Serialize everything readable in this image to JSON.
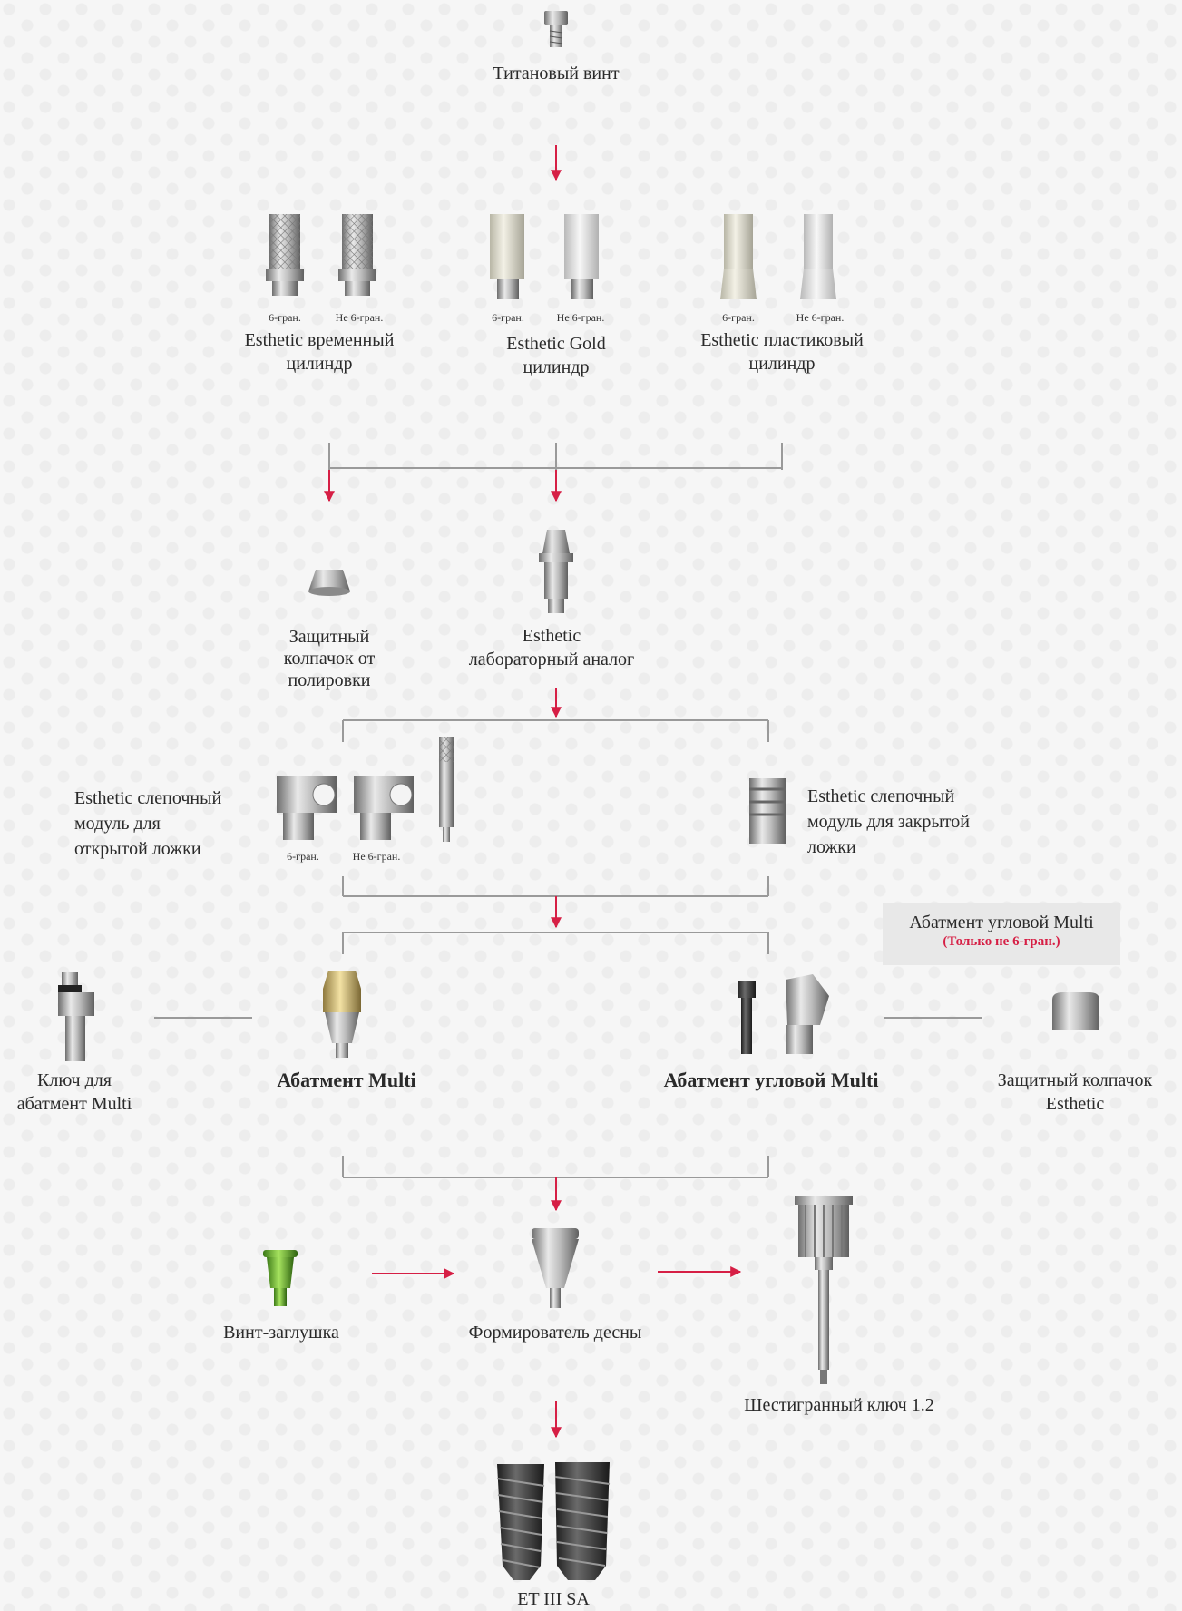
{
  "nodes": {
    "titanium_screw": "Титановый винт",
    "temp_cylinder": {
      "hex": "6-гран.",
      "nonhex": "Не 6-гран.",
      "line1": "Esthetic временный",
      "line2": "цилиндр"
    },
    "gold_cylinder": {
      "hex": "6-гран.",
      "nonhex": "Не 6-гран.",
      "line1": "Esthetic Gold",
      "line2": "цилиндр"
    },
    "plastic_cylinder": {
      "hex": "6-гран.",
      "nonhex": "Не 6-гран.",
      "line1": "Esthetic пластиковый",
      "line2": "цилиндр"
    },
    "polish_cap": {
      "line1": "Защитный",
      "line2": "колпачок от",
      "line3": "полировки"
    },
    "lab_analog": {
      "line1": "Esthetic",
      "line2": "лабораторный аналог"
    },
    "open_tray": {
      "line1": "Esthetic слепочный",
      "line2": "модуль для",
      "line3": "открытой ложки",
      "hex": "6-гран.",
      "nonhex": "Не 6-гран."
    },
    "closed_tray": {
      "line1": "Esthetic слепочный",
      "line2": "модуль для закрытой",
      "line3": "ложки"
    },
    "angled_note": {
      "title": "Абатмент угловой Multi",
      "sub": "(Только не 6-гран.)"
    },
    "multi_key": {
      "line1": "Ключ для",
      "line2": "абатмент Multi"
    },
    "multi_abutment": "Абатмент Multi",
    "angled_abutment": "Абатмент угловой Multi",
    "esthetic_cap": {
      "line1": "Защитный колпачок",
      "line2": "Esthetic"
    },
    "cover_screw": "Винт-заглушка",
    "healing": "Формирователь десны",
    "hex_driver": "Шестигранный ключ 1.2",
    "implant": "ET III SA"
  },
  "colors": {
    "arrow": "#d61f45",
    "line": "#9a9a9a"
  }
}
